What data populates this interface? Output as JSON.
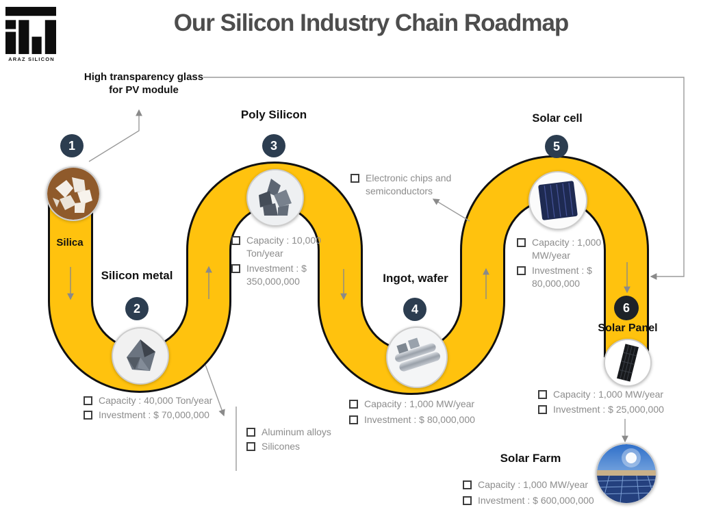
{
  "page": {
    "title": "Our Silicon Industry Chain Roadmap"
  },
  "logo": {
    "name": "ARAZ SILICON"
  },
  "annotations": {
    "glass_line1": "High transparency glass",
    "glass_line2": "for PV module",
    "chips_item": "Electronic chips and semiconductors",
    "alloys_items": [
      "Aluminum alloys",
      "Silicones"
    ]
  },
  "stages": [
    {
      "num": "1",
      "label": "Silica",
      "items": []
    },
    {
      "num": "2",
      "label": "Silicon metal",
      "items": [
        "Capacity : 40,000 Ton/year",
        "Investment : $ 70,000,000"
      ]
    },
    {
      "num": "3",
      "label": "Poly Silicon",
      "items": [
        "Capacity : 10,000 Ton/year",
        "Investment : $ 350,000,000"
      ]
    },
    {
      "num": "4",
      "label": "Ingot, wafer",
      "items": [
        "Capacity : 1,000 MW/year",
        "Investment : $ 80,000,000"
      ]
    },
    {
      "num": "5",
      "label": "Solar cell",
      "items": [
        "Capacity : 1,000 MW/year",
        "Investment : $ 80,000,000"
      ]
    },
    {
      "num": "6",
      "label": "Solar Panel",
      "items": [
        "Capacity : 1,000 MW/year",
        "Investment : $ 25,000,000"
      ]
    }
  ],
  "solar_farm": {
    "label": "Solar Farm",
    "items": [
      "Capacity : 1,000 MW/year",
      "Investment : $ 600,000,000"
    ]
  },
  "colors": {
    "road_yellow": "#FFC20E",
    "road_border": "#111111",
    "stage_circle": "#2C3D50",
    "stage6_circle": "#1D2228",
    "title_gray": "#4D4D4D",
    "muted_text": "#8C8C8C",
    "connector_gray": "#8A8A8A"
  }
}
